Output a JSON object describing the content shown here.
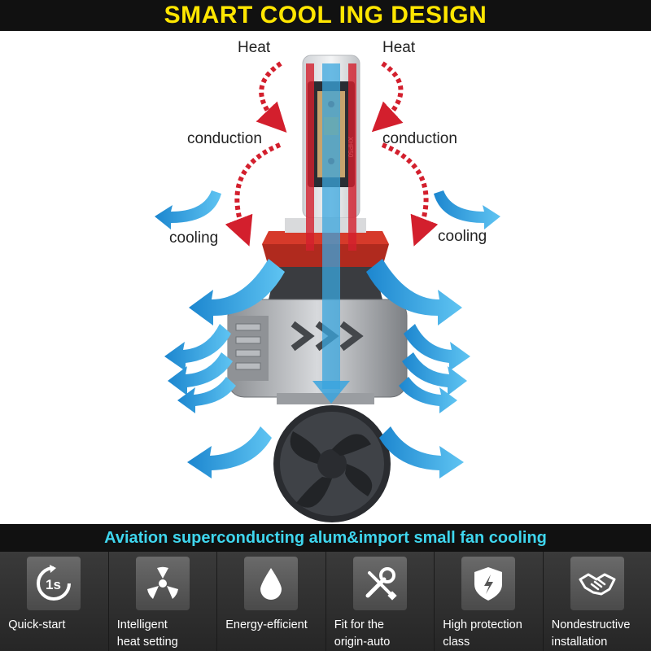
{
  "header": {
    "title": "SMART COOL ING DESIGN"
  },
  "diagram": {
    "labels": {
      "heat_left": "Heat",
      "heat_right": "Heat",
      "conduction_left": "conduction",
      "conduction_right": "conduction",
      "cooling_left": "cooling",
      "cooling_right": "cooling"
    },
    "chip_marking": "XHP50",
    "colors": {
      "heat_arrow": "#d31f2d",
      "cool_arrow": "#2d9ad8",
      "headline": "#ffe600",
      "banner_text": "#3fd6ee"
    }
  },
  "banner": {
    "text": "Aviation superconducting alum&import small fan cooling"
  },
  "features": [
    {
      "icon": "quick-start-1s-icon",
      "icon_text": "1s",
      "label_line1": "Quick-start",
      "label_line2": ""
    },
    {
      "icon": "fan-heat-icon",
      "icon_text": "",
      "label_line1": "Intelligent",
      "label_line2": "heat setting"
    },
    {
      "icon": "water-drop-icon",
      "icon_text": "",
      "label_line1": "Energy-efficient",
      "label_line2": ""
    },
    {
      "icon": "wrench-screwdriver-icon",
      "icon_text": "",
      "label_line1": "Fit for the",
      "label_line2": "origin-auto"
    },
    {
      "icon": "shield-lightning-icon",
      "icon_text": "",
      "label_line1": "High protection",
      "label_line2": "class"
    },
    {
      "icon": "handshake-icon",
      "icon_text": "",
      "label_line1": "Nondestructive",
      "label_line2": "installation"
    }
  ]
}
